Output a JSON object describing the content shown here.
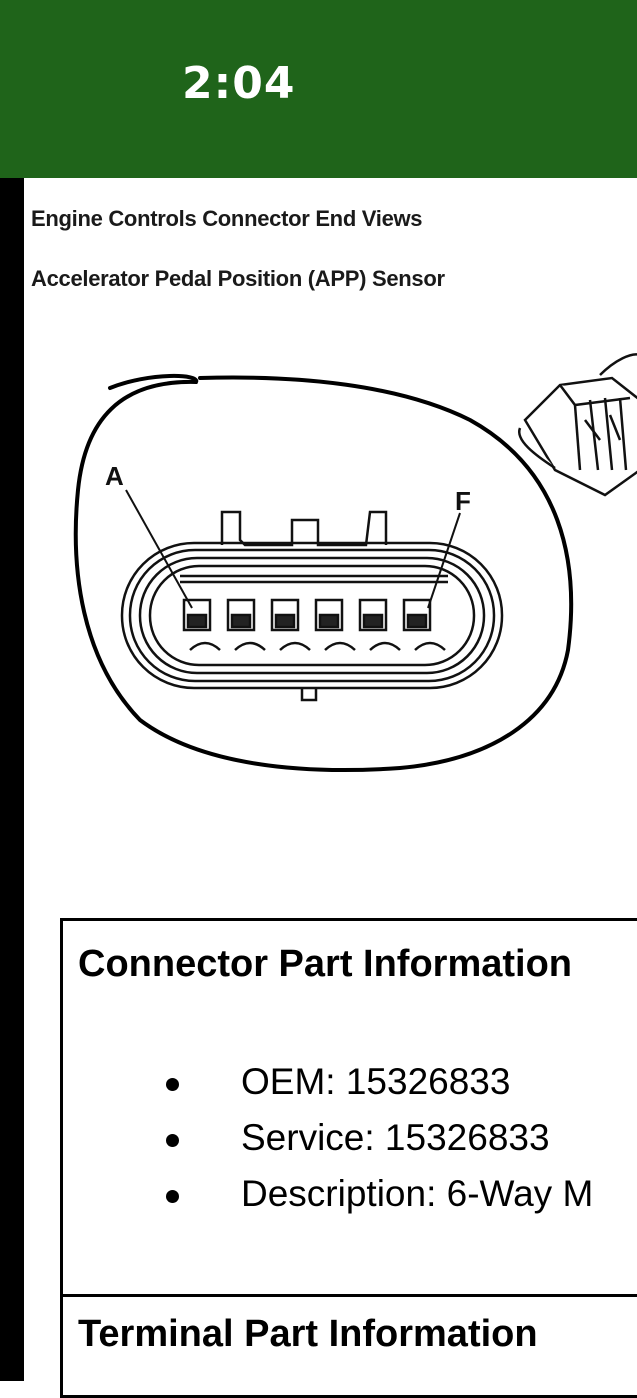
{
  "status_bar": {
    "time": "2:04",
    "background": "#1f641a"
  },
  "document": {
    "title": "Engine Controls Connector End Views",
    "subtitle": "Accelerator Pedal Position (APP) Sensor"
  },
  "diagram": {
    "pin_start_label": "A",
    "pin_end_label": "F",
    "pin_count": 6,
    "icons": [
      "connector-end-view",
      "connector-isometric-view",
      "hand-drawn-circle"
    ]
  },
  "connector_part_info": {
    "heading": "Connector Part Information",
    "items": [
      "OEM: 15326833",
      "Service: 15326833",
      "Description: 6-Way M"
    ]
  },
  "terminal_part_info": {
    "heading": "Terminal Part Information"
  }
}
